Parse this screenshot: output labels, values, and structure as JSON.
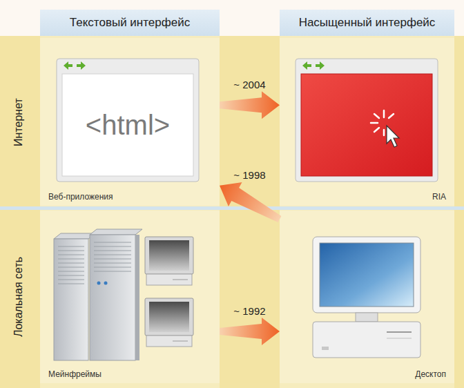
{
  "diagram": {
    "nodes": [
      {
        "text": [
          "Текстовый интерфейс"
        ]
      },
      {
        "text": [
          "Насыщенный интерфейс"
        ]
      },
      {
        "text": [
          "Интернет"
        ]
      },
      {
        "text": [
          "Локальная сеть"
        ]
      },
      {
        "text": [
          "Веб-приложения"
        ]
      },
      {
        "text": [
          "RIA"
        ]
      },
      {
        "text": [
          "Мейнфреймы"
        ]
      },
      {
        "text": [
          "Десктоп"
        ]
      }
    ],
    "edges": [
      {
        "from": 4,
        "to": 5,
        "arrow": "to",
        "label": "~ 2004"
      },
      {
        "from": 7,
        "to": 4,
        "arrow": "to",
        "label": "~ 1998"
      },
      {
        "from": 6,
        "to": 7,
        "arrow": "to",
        "label": "~ 1992"
      }
    ],
    "labels": [
      "<html>"
    ]
  }
}
